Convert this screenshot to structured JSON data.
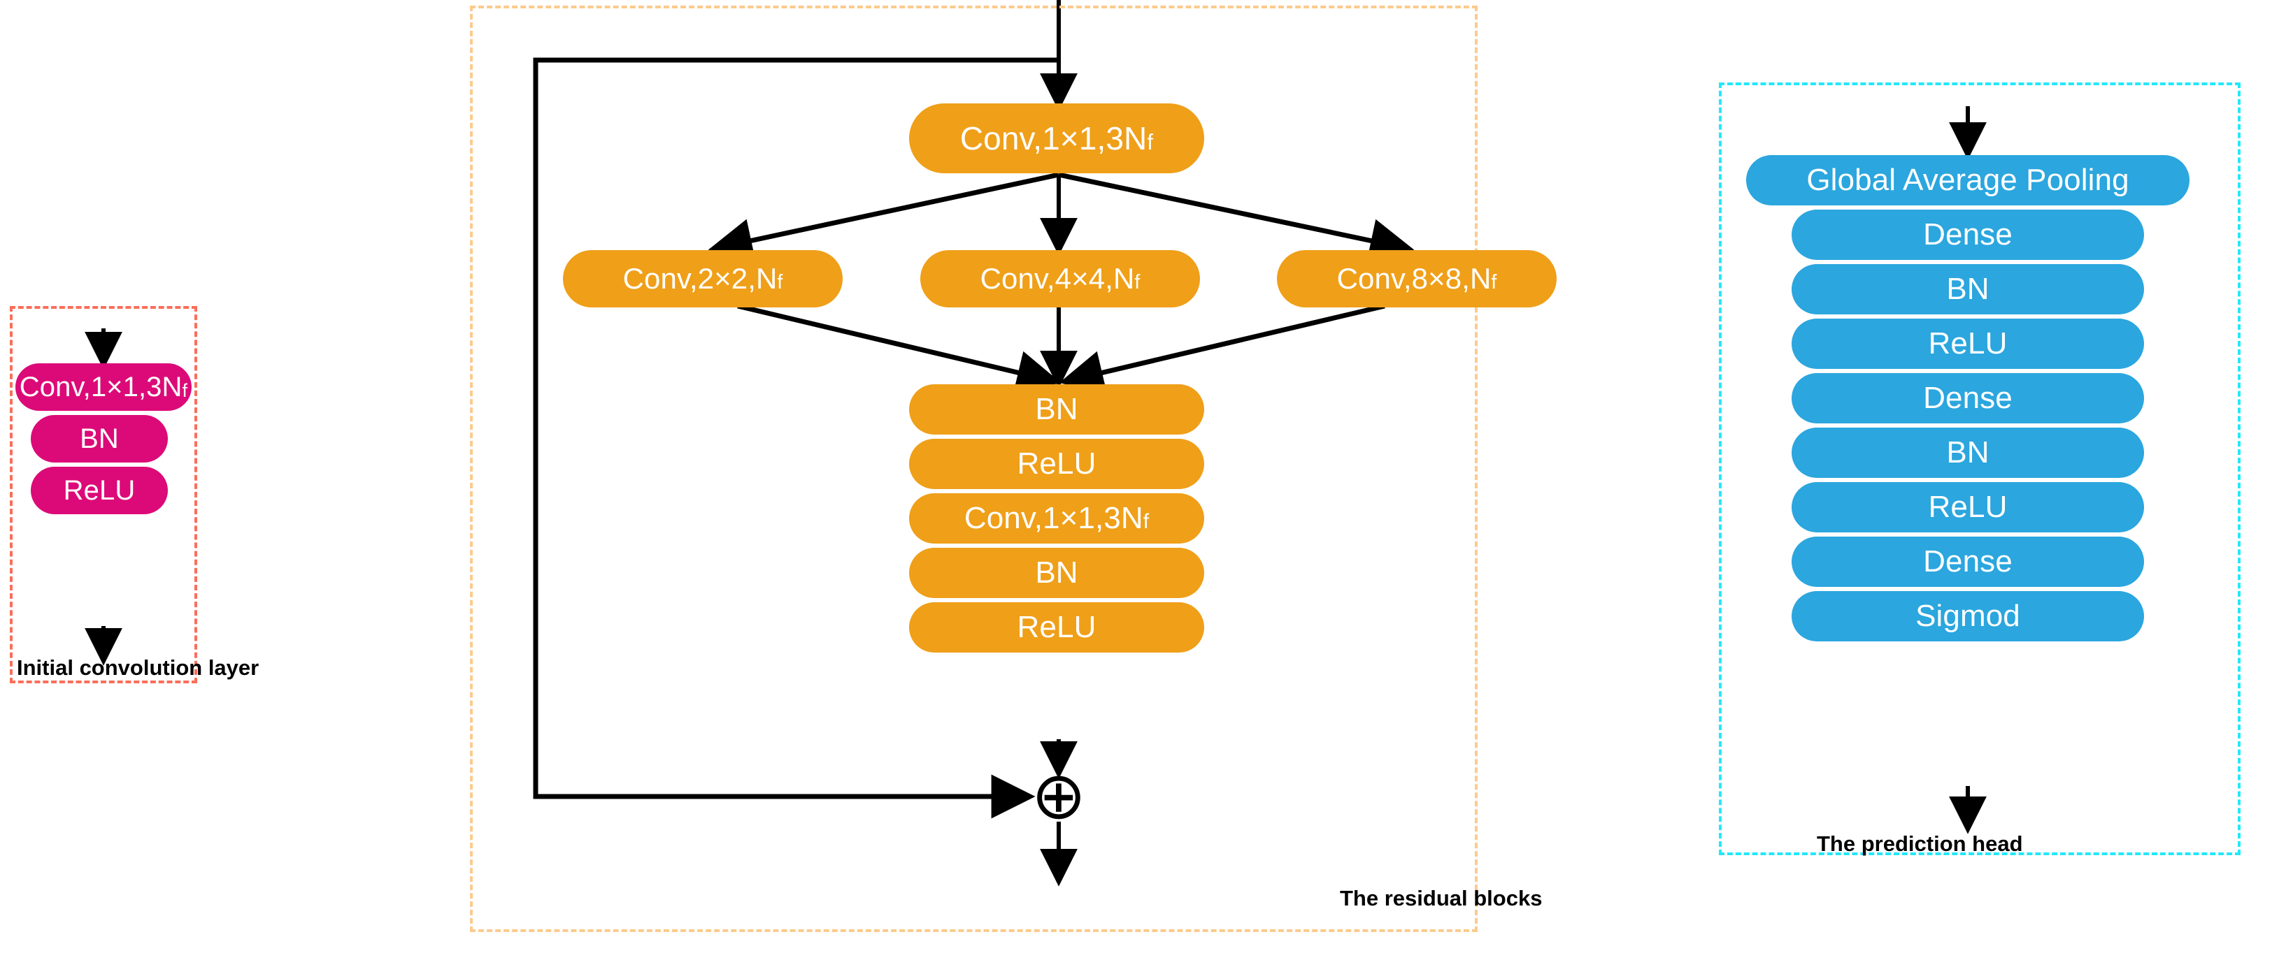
{
  "diagram": {
    "title": "Neural network architecture: initial convolution layer, residual blocks, prediction head",
    "background": "#ffffff",
    "palette": {
      "pink": "#DC0A78",
      "orange": "#EF9F18",
      "blue": "#2BA6DE",
      "frame_initial": "#FA6E5A",
      "frame_residual": "#FBCB8D",
      "frame_head": "#22E8FA",
      "arrow": "#000000",
      "node_text": "#FFFFFF",
      "caption_text": "#000000"
    }
  },
  "groups": {
    "initial": {
      "caption": "Initial convolution layer",
      "frame_color": "#FA6E5A",
      "nodes": [
        {
          "label_prefix": "Conv,1×1,3N",
          "label_sub": "f",
          "name": "conv-1x1-3nf"
        },
        {
          "label_prefix": "BN",
          "label_sub": "",
          "name": "bn"
        },
        {
          "label_prefix": "ReLU",
          "label_sub": "",
          "name": "relu"
        }
      ]
    },
    "residual": {
      "caption": "The residual blocks",
      "frame_color": "#FBCB8D",
      "entry_node": {
        "label_prefix": "Conv,1×1,3N",
        "label_sub": "f",
        "name": "conv-1x1-3nf-entry"
      },
      "parallel_nodes": [
        {
          "label_prefix": "Conv,2×2,N",
          "label_sub": "f",
          "name": "conv-2x2-nf"
        },
        {
          "label_prefix": "Conv,4×4,N",
          "label_sub": "f",
          "name": "conv-4x4-nf"
        },
        {
          "label_prefix": "Conv,8×8,N",
          "label_sub": "f",
          "name": "conv-8x8-nf"
        }
      ],
      "stack_nodes": [
        {
          "label_prefix": "BN",
          "label_sub": "",
          "name": "bn-1"
        },
        {
          "label_prefix": "ReLU",
          "label_sub": "",
          "name": "relu-1"
        },
        {
          "label_prefix": "Conv,1×1,3N",
          "label_sub": "f",
          "name": "conv-1x1-3nf-stack"
        },
        {
          "label_prefix": "BN",
          "label_sub": "",
          "name": "bn-2"
        },
        {
          "label_prefix": "ReLU",
          "label_sub": "",
          "name": "relu-2"
        }
      ],
      "add_operator": "⊕"
    },
    "head": {
      "caption": "The prediction head",
      "frame_color": "#22E8FA",
      "nodes": [
        {
          "label_prefix": "Global Average Pooling",
          "label_sub": "",
          "name": "global-average-pooling",
          "wide": true
        },
        {
          "label_prefix": "Dense",
          "label_sub": "",
          "name": "dense-1"
        },
        {
          "label_prefix": "BN",
          "label_sub": "",
          "name": "bn-1"
        },
        {
          "label_prefix": "ReLU",
          "label_sub": "",
          "name": "relu-1"
        },
        {
          "label_prefix": "Dense",
          "label_sub": "",
          "name": "dense-2"
        },
        {
          "label_prefix": "BN",
          "label_sub": "",
          "name": "bn-2"
        },
        {
          "label_prefix": "ReLU",
          "label_sub": "",
          "name": "relu-2"
        },
        {
          "label_prefix": "Dense",
          "label_sub": "",
          "name": "dense-3"
        },
        {
          "label_prefix": "Sigmod",
          "label_sub": "",
          "name": "sigmod"
        }
      ]
    }
  }
}
